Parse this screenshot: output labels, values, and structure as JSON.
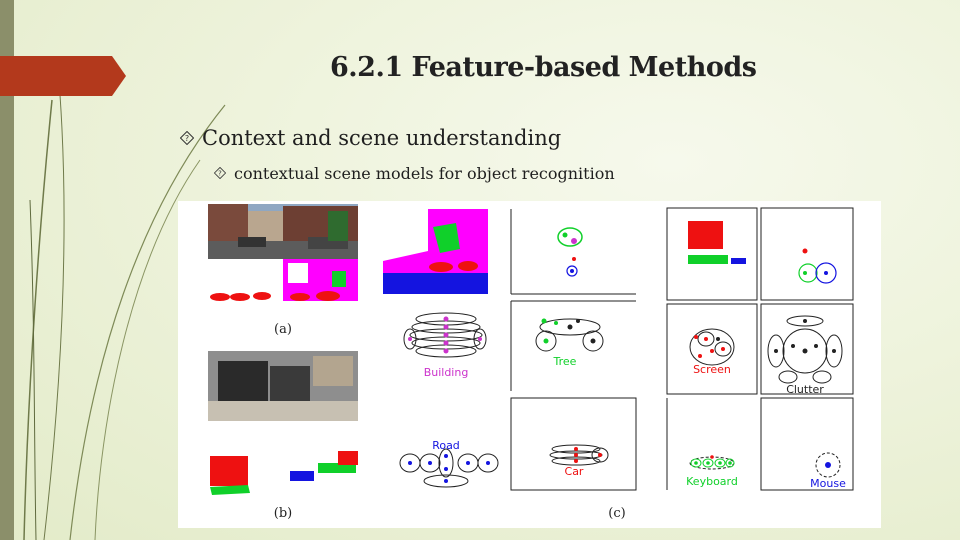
{
  "slide": {
    "title": "6.2.1 Feature-based Methods",
    "bullets": [
      {
        "level": 1,
        "text": "Context and scene understanding",
        "icon": "diamond-question-icon"
      },
      {
        "level": 2,
        "text": "contextual scene models for object recognition",
        "icon": "diamond-question-icon"
      }
    ],
    "colors": {
      "title_tab": "#b3391c",
      "side_bar": "#8b8f6a",
      "magenta": "#ff00ff",
      "green": "#10d02a",
      "blue": "#1414e0",
      "red": "#ee1111"
    }
  },
  "figure": {
    "panel_labels": {
      "a": "(a)",
      "b": "(b)",
      "c": "(c)"
    },
    "class_labels": {
      "building": "Building",
      "tree": "Tree",
      "road": "Road",
      "car": "Car",
      "screen": "Screen",
      "clutter": "Clutter",
      "keyboard": "Keyboard",
      "mouse": "Mouse"
    }
  }
}
